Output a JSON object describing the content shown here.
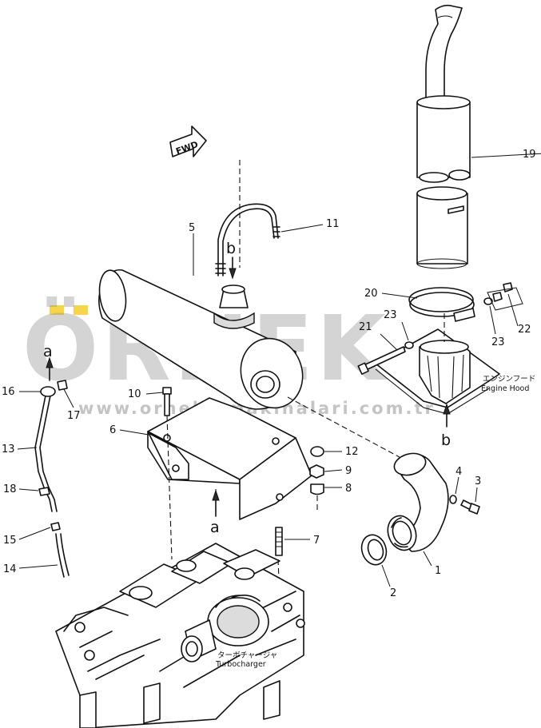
{
  "watermark": {
    "brand": "ÖRNEK",
    "url": "www.ornekismakinalari.com.tr",
    "brand_color": "#8a8a8a",
    "accent_color": "#f2c200"
  },
  "forward_marker": "FWD",
  "callouts": {
    "p1": "1",
    "p2": "2",
    "p3": "3",
    "p4": "4",
    "p5": "5",
    "p6": "6",
    "p7": "7",
    "p8": "8",
    "p9": "9",
    "p10": "10",
    "p11": "11",
    "p12": "12",
    "p13": "13",
    "p14": "14",
    "p15": "15",
    "p16": "16",
    "p17": "17",
    "p18": "18",
    "p19": "19",
    "p20": "20",
    "p21": "21",
    "p22": "22",
    "p23a": "23",
    "p23b": "23"
  },
  "connection_marks": {
    "a_top": "a",
    "a_bottom": "a",
    "b_top": "b",
    "b_bottom": "b"
  },
  "notes": {
    "engine_hood_jp": "エンジンフード",
    "engine_hood_en": "Engine Hood",
    "turbocharger_jp": "ターボチャージャ",
    "turbocharger_en": "Turbocharger"
  }
}
